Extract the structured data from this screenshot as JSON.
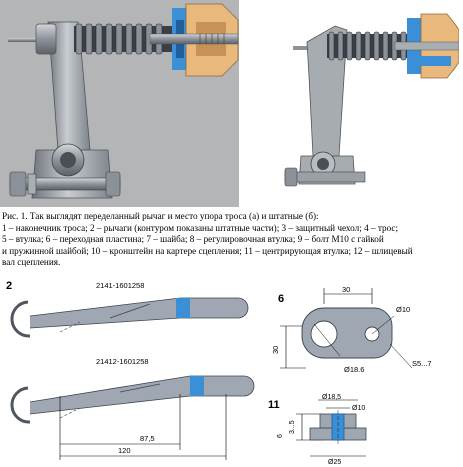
{
  "caption": {
    "lines": [
      "Рис. 1. Так выглядят переделанный рычаг и место упора троса (а) и штатные (б):",
      "1 – наконечник троса; 2 – рычаги (контуром показаны штатные части); 3 – защитный чехол; 4 – трос;",
      "5 – втулка; 6 – переходная пластина; 7 – шайба; 8 – регулировочная втулка; 9 – болт М10 с гайкой",
      "и пружинной шайбой; 10 – кронштейн на картере сцепления; 11 – центрирующая втулка; 12 – шлицевый",
      "вал сцепления."
    ]
  },
  "figure2": {
    "number": "2",
    "part_top": "2141-1601258",
    "part_bottom": "21412-1601258",
    "dim_short": "87,5",
    "dim_long": "120"
  },
  "figure6": {
    "number": "6",
    "dim_width": "30",
    "dim_height": "30",
    "hole_small": "Ø10",
    "hole_large": "Ø18.6",
    "chamfer": "S5...7"
  },
  "figure11": {
    "number": "11",
    "dim_height_a": "6",
    "dim_height_b": "3...5",
    "dia_top": "Ø18,5",
    "dia_bore": "Ø10",
    "dia_flange": "Ø25"
  },
  "colors": {
    "render_bg": "#b3b5b7",
    "metal": "#9ea4aa",
    "metal_dark": "#5b6168",
    "orange": "#e9b87c",
    "blue": "#3a8fd6",
    "drawing_fill": "#9fa8b2"
  }
}
